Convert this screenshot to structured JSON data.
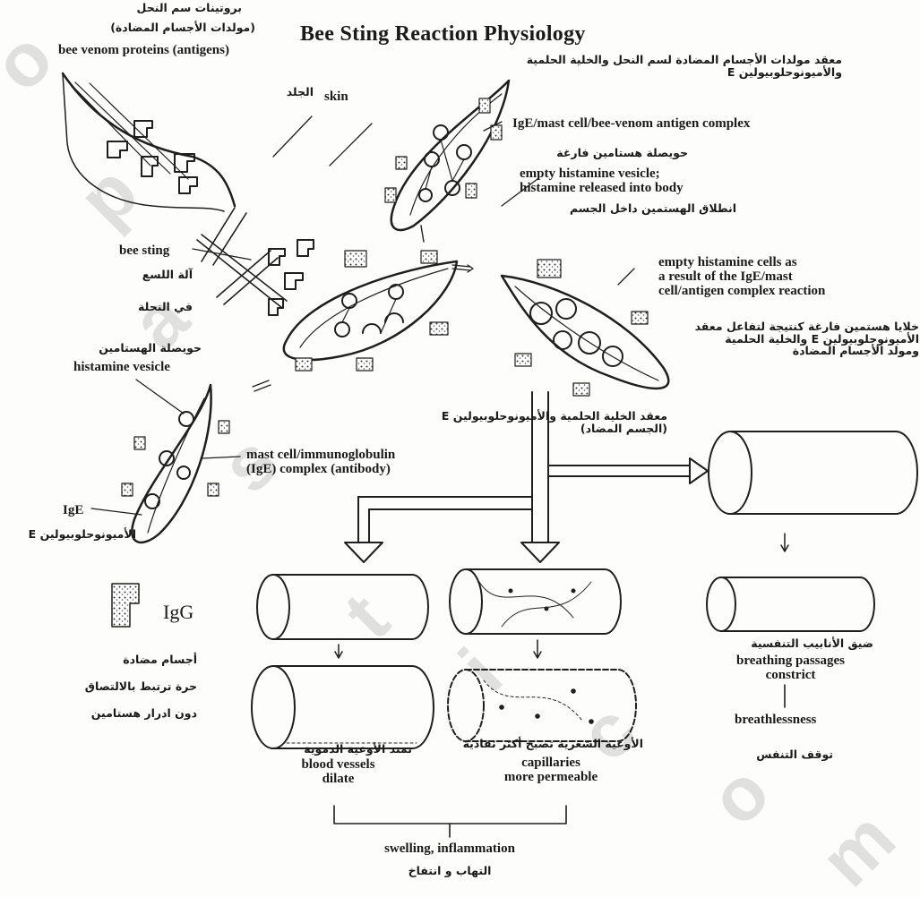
{
  "title": "Bee Sting Reaction Physiology",
  "watermark": [
    "o",
    "p",
    "a",
    "s",
    "t",
    "i",
    "c",
    "o",
    "m"
  ],
  "labels": {
    "venom_ar_1": "بروتينات سم النحل",
    "venom_ar_2": "(مولدات الأجسام المضادة)",
    "venom_en": "bee venom proteins (antigens)",
    "skin_ar": "الجلد",
    "skin_en": "skin",
    "complex_top_ar": "معقد مولدات الأجسام المضادة لسم النحل والخلية الحلمية\nوالأميونوحلوبيولين E",
    "complex_top_en": "IgE/mast cell/bee-venom antigen complex",
    "empty_vesicle_ar": "حويصلة هستامين فارغة",
    "empty_vesicle_en": "empty histamine vesicle;\nhistamine released into body",
    "released_ar": "انطلاق الهستمين داخل الجسم",
    "bee_sting_en": "bee sting",
    "bee_sting_ar_1": "آلة اللسع",
    "bee_sting_ar_2": "في النحلة",
    "empty_cells_en": "empty histamine cells as\na result of the IgE/mast\ncell/antigen complex reaction",
    "empty_cells_ar": "خلايا هستمين فارغة كنتيجة لتفاعل معقد\nالأميونوحلوبيولين E والخلية الحلمية\nومولد الأجسام المضادة",
    "hist_vesicle_ar": "حويصلة الهستامين",
    "hist_vesicle_en": "histamine vesicle",
    "mast_complex_ar": "معقد الخلية الحلمية والأميونوحلوبيولين E\n(الجسم المضاد)",
    "mast_complex_en": "mast cell/immunoglobulin\n(IgE) complex (antibody)",
    "ige_en": "IgE",
    "ige_ar": "الأميونوحلوبيولين E",
    "igg_en": "IgG",
    "igg_ar": "أجسام مضادة\nحرة ترتبط بالالتصاق\nدون ادرار هستامين",
    "breathing_ar": "ضيق الأنابيب التنفسية",
    "breathing_en": "breathing passages\nconstrict",
    "breathless_en": "breathlessness",
    "breathless_ar": "توقف التنفس",
    "dilate_ar": "تمتد الأوعية الدموية",
    "dilate_en": "blood vessels\ndilate",
    "capillaries_ar": "الأوعية الشعرية تصبح أكثر نفاذية",
    "capillaries_en": "capillaries\nmore permeable",
    "swelling_en": "swelling, inflammation",
    "swelling_ar": "التهاب    و    انتفاخ"
  }
}
